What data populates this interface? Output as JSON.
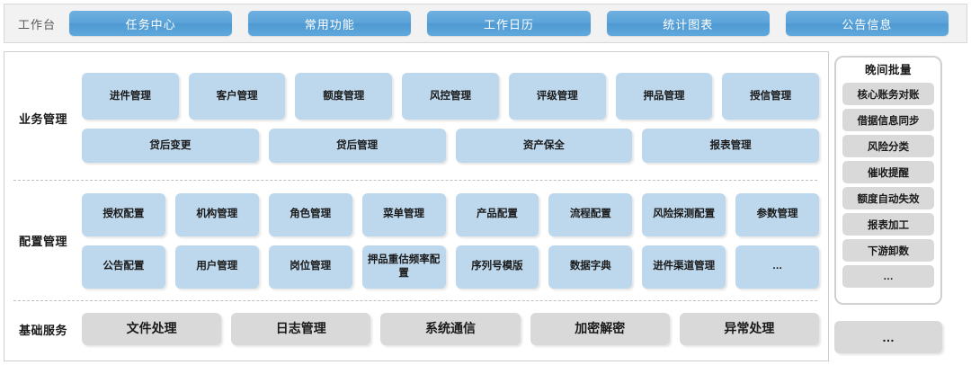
{
  "topbar": {
    "label": "工作台",
    "tabs": [
      {
        "label": "任务中心"
      },
      {
        "label": "常用功能"
      },
      {
        "label": "工作日历"
      },
      {
        "label": "统计图表"
      },
      {
        "label": "公告信息"
      }
    ]
  },
  "sections": [
    {
      "label": "业务管理",
      "rows": [
        [
          {
            "label": "进件管理"
          },
          {
            "label": "客户管理"
          },
          {
            "label": "额度管理"
          },
          {
            "label": "风控管理"
          },
          {
            "label": "评级管理"
          },
          {
            "label": "押品管理"
          },
          {
            "label": "授信管理"
          }
        ],
        [
          {
            "label": "贷后变更"
          },
          {
            "label": "贷后管理"
          },
          {
            "label": "资产保全"
          },
          {
            "label": "报表管理"
          }
        ]
      ]
    },
    {
      "label": "配置管理",
      "rows": [
        [
          {
            "label": "授权配置"
          },
          {
            "label": "机构管理"
          },
          {
            "label": "角色管理"
          },
          {
            "label": "菜单管理"
          },
          {
            "label": "产品配置"
          },
          {
            "label": "流程配置"
          },
          {
            "label": "风险探测配置"
          },
          {
            "label": "参数管理"
          }
        ],
        [
          {
            "label": "公告配置"
          },
          {
            "label": "用户管理"
          },
          {
            "label": "岗位管理"
          },
          {
            "label": "押品重估频率配置"
          },
          {
            "label": "序列号模版"
          },
          {
            "label": "数据字典"
          },
          {
            "label": "进件渠道管理"
          },
          {
            "label": "…"
          }
        ]
      ]
    },
    {
      "label": "基础服务",
      "rows": [
        [
          {
            "label": "文件处理"
          },
          {
            "label": "日志管理"
          },
          {
            "label": "系统通信"
          },
          {
            "label": "加密解密"
          },
          {
            "label": "异常处理"
          }
        ]
      ]
    }
  ],
  "sidebar": {
    "title": "晚间批量",
    "items": [
      {
        "label": "核心账务对账"
      },
      {
        "label": "借据信息同步"
      },
      {
        "label": "风险分类"
      },
      {
        "label": "催收提醒"
      },
      {
        "label": "额度自动失效"
      },
      {
        "label": "报表加工"
      },
      {
        "label": "下游卸数"
      },
      {
        "label": "…"
      }
    ],
    "extra_label": "…"
  },
  "colors": {
    "tab_blue": "#5ba3d9",
    "tile_blue": "#bdd7ec",
    "tile_gray": "#d9d9d9",
    "topbar_bg": "#f2f2f2"
  }
}
